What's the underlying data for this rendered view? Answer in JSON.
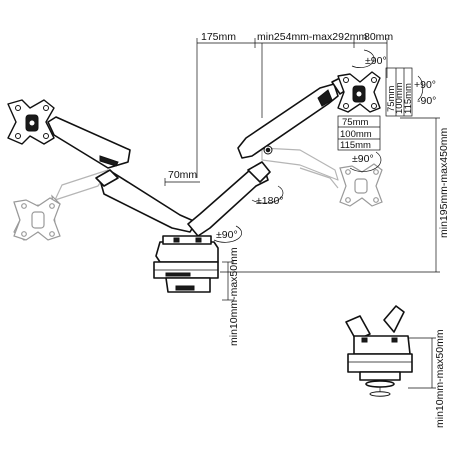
{
  "dimensions": {
    "arm_segment_1": "175mm",
    "arm_segment_2": "min254mm-max292mm",
    "arm_segment_3": "80mm",
    "pole_offset": "70mm",
    "total_height": "min195mm-max450mm",
    "clamp_range_main": "min10mm-max50mm",
    "clamp_range_detail": "min10mm-max50mm"
  },
  "rotations": {
    "head_swivel": "±90°",
    "tilt_up": "+90°",
    "tilt_down": "-90°",
    "plate_rotate": "±90°",
    "elbow_rotate": "±180°",
    "base_rotate": "±90°"
  },
  "vesa": {
    "vertical": [
      "75mm",
      "100mm",
      "115mm"
    ],
    "horizontal": [
      "75mm",
      "100mm",
      "115mm"
    ]
  },
  "colors": {
    "line": "#111111",
    "ghost": "#b5b5b5",
    "background": "#ffffff"
  }
}
